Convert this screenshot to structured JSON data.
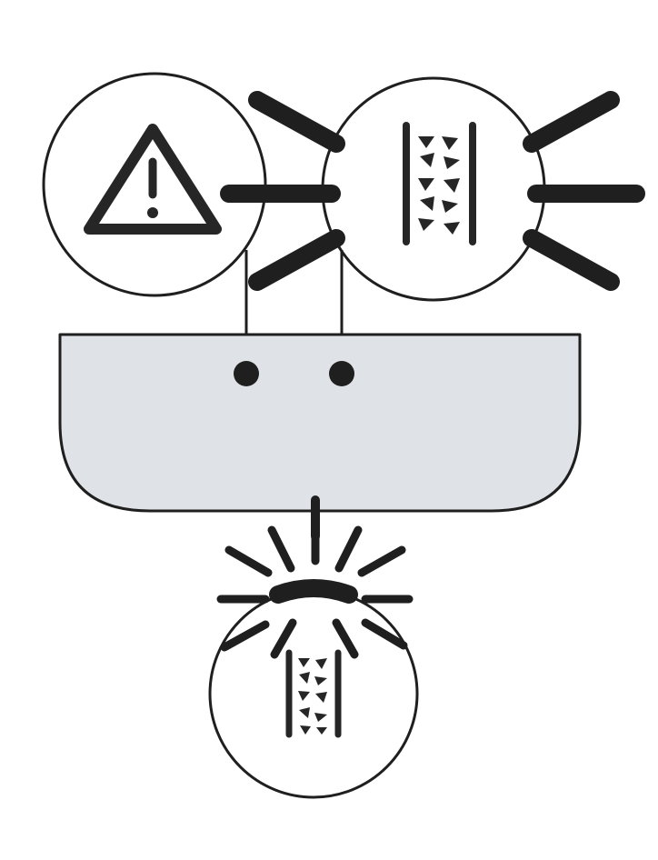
{
  "diagram": {
    "colors": {
      "background": "#ffffff",
      "stroke": "#1f1f1f",
      "basin_fill": "#dfe2e6",
      "icon_fill": "#262626"
    },
    "nodes": [
      {
        "id": "warning",
        "icon": "warning-triangle-icon",
        "shape": "circle"
      },
      {
        "id": "filter-top",
        "icon": "filter-media-icon",
        "shape": "circle",
        "glow": "radiating-lines"
      },
      {
        "id": "basin",
        "shape": "tank",
        "ports": 2
      },
      {
        "id": "filter-bottom",
        "icon": "filter-media-icon",
        "shape": "circle",
        "glow": "radiating-lines"
      }
    ],
    "connections": [
      {
        "from": "warning",
        "to": "basin"
      },
      {
        "from": "filter-top",
        "to": "basin"
      },
      {
        "from": "basin",
        "to": "filter-bottom"
      }
    ]
  }
}
